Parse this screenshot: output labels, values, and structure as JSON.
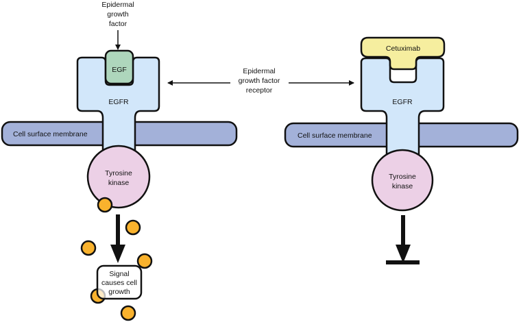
{
  "left_panel": {
    "ligand_caption": [
      "Epidermal",
      "growth",
      "factor"
    ],
    "ligand_label": "EGF",
    "receptor_label": "EGFR",
    "membrane_label": "Cell surface membrane",
    "kinase_label": [
      "Tyrosine",
      "kinase"
    ],
    "outcome_label": [
      "Signal",
      "causes cell",
      "growth"
    ]
  },
  "center_caption": [
    "Epidermal",
    "growth factor",
    "receptor"
  ],
  "right_panel": {
    "antibody_label": "Cetuximab",
    "receptor_label": "EGFR",
    "membrane_label": "Cell surface membrane",
    "kinase_label": [
      "Tyrosine",
      "kinase"
    ]
  },
  "colors": {
    "receptor": "#d2e7fa",
    "ligand": "#aed6bc",
    "antibody": "#f6ee9f",
    "membrane": "#a3b1d9",
    "kinase": "#ecd0e6",
    "signal_dot": "#f9b22d",
    "outline": "#111111"
  }
}
